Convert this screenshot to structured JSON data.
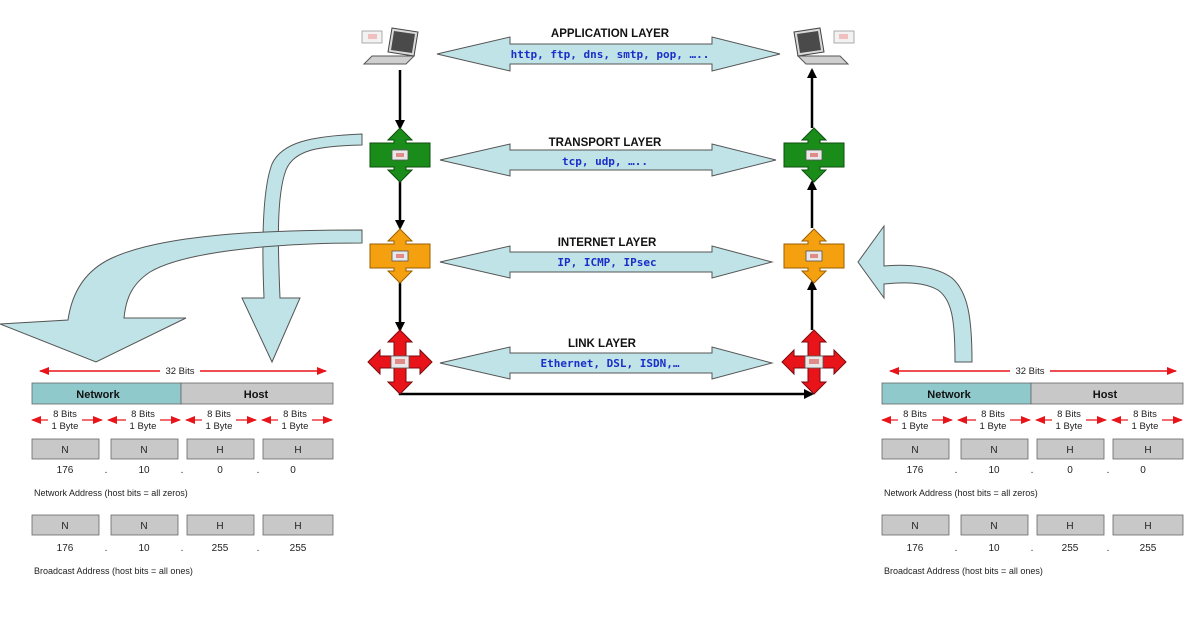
{
  "layers": [
    {
      "title": "APPLICATION LAYER",
      "protocols": "http, ftp, dns, smtp, pop, …..",
      "color": "#ffffff"
    },
    {
      "title": "TRANSPORT LAYER",
      "protocols": "tcp, udp, …..",
      "color": "#1a8c1a"
    },
    {
      "title": "INTERNET LAYER",
      "protocols": "IP, ICMP, IPsec",
      "color": "#f5a00f"
    },
    {
      "title": "LINK LAYER",
      "protocols": "Ethernet, DSL, ISDN,…",
      "color": "#e8141a"
    }
  ],
  "colors": {
    "arrow_fill": "#bfe3e6",
    "arrow_stroke": "#555555",
    "network_cell": "#8fc9cc",
    "host_cell": "#c8c8c8",
    "bits_arrow": "#e8141a"
  },
  "panels": [
    {
      "bits_label": "32 Bits",
      "network_label": "Network",
      "host_label": "Host",
      "octets": [
        {
          "bits": "8 Bits",
          "bytes": "1 Byte"
        },
        {
          "bits": "8 Bits",
          "bytes": "1 Byte"
        },
        {
          "bits": "8 Bits",
          "bytes": "1 Byte"
        },
        {
          "bits": "8 Bits",
          "bytes": "1 Byte"
        }
      ],
      "rows": [
        {
          "cells": [
            "N",
            "N",
            "H",
            "H"
          ],
          "values": [
            "176",
            "10",
            "0",
            "0"
          ],
          "caption": "Network Address (host bits = all zeros)"
        },
        {
          "cells": [
            "N",
            "N",
            "H",
            "H"
          ],
          "values": [
            "176",
            "10",
            "255",
            "255"
          ],
          "caption": "Broadcast Address (host bits = all ones)"
        }
      ],
      "dot": "."
    },
    {
      "bits_label": "32 Bits",
      "network_label": "Network",
      "host_label": "Host",
      "octets": [
        {
          "bits": "8 Bits",
          "bytes": "1 Byte"
        },
        {
          "bits": "8 Bits",
          "bytes": "1 Byte"
        },
        {
          "bits": "8 Bits",
          "bytes": "1 Byte"
        },
        {
          "bits": "8 Bits",
          "bytes": "1 Byte"
        }
      ],
      "rows": [
        {
          "cells": [
            "N",
            "N",
            "H",
            "H"
          ],
          "values": [
            "176",
            "10",
            "0",
            "0"
          ],
          "caption": "Network Address (host bits = all zeros)"
        },
        {
          "cells": [
            "N",
            "N",
            "H",
            "H"
          ],
          "values": [
            "176",
            "10",
            "255",
            "255"
          ],
          "caption": "Broadcast Address (host bits = all ones)"
        }
      ],
      "dot": "."
    }
  ]
}
